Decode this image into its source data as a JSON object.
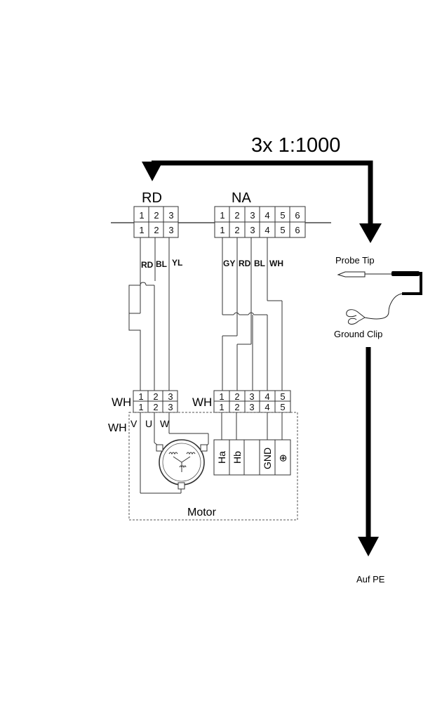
{
  "ratio_label": "3x 1:1000",
  "connectors": {
    "rd": {
      "name": "RD",
      "pins": [
        "1",
        "2",
        "3"
      ],
      "wires": [
        "RD",
        "BL",
        "YL"
      ]
    },
    "na": {
      "name": "NA",
      "pins": [
        "1",
        "2",
        "3",
        "4",
        "5",
        "6"
      ],
      "wires": [
        "GY",
        "RD",
        "BL",
        "WH"
      ]
    }
  },
  "lower": {
    "left_tag": "WH",
    "left_pins": [
      "1",
      "2",
      "3"
    ],
    "right_tag": "WH",
    "right_pins": [
      "1",
      "2",
      "3",
      "4",
      "5"
    ],
    "motor_phases": [
      "V",
      "U",
      "W"
    ],
    "side_tag": "WH",
    "hall_labels": [
      "Ha",
      "Hb",
      "",
      "GND",
      "⊕"
    ],
    "motor_label": "Motor"
  },
  "probe": {
    "tip_label": "Probe Tip",
    "clip_label": "Ground Clip",
    "target_label": "Auf PE"
  }
}
